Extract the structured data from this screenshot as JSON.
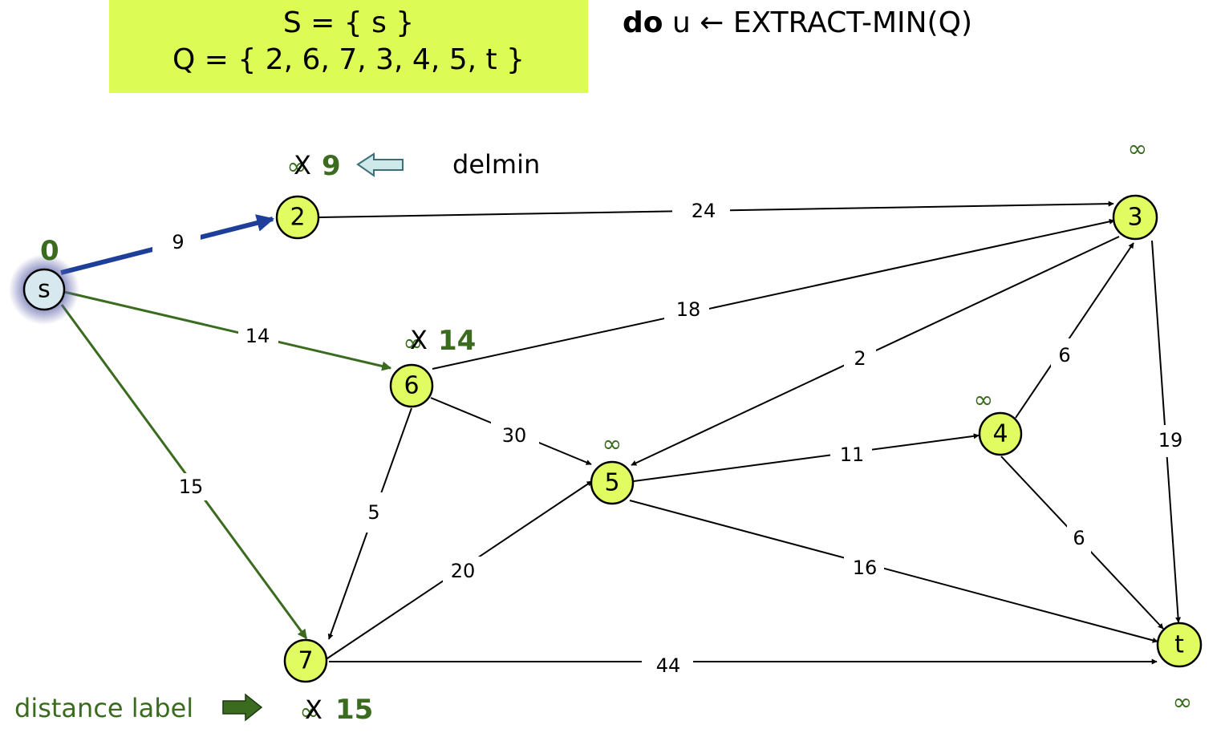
{
  "header": {
    "set_s": "S = { s }",
    "set_q": "Q = { 2, 6, 7, 3, 4, 5, t }",
    "step_keyword": "do",
    "step_rest": " u ← EXTRACT-MIN(Q)"
  },
  "nodes": {
    "s": "s",
    "n2": "2",
    "n3": "3",
    "n4": "4",
    "n5": "5",
    "n6": "6",
    "n7": "7",
    "t": "t"
  },
  "weights": {
    "s_2": "9",
    "s_6": "14",
    "s_7": "15",
    "n2_3": "24",
    "n6_3": "18",
    "n6_5": "30",
    "n6_7": "5",
    "n5_3": "2",
    "n4_3": "6",
    "n5_4": "11",
    "n3_t": "19",
    "n4_t": "6",
    "n5_t": "16",
    "n7_5": "20",
    "n7_t": "44"
  },
  "distances": {
    "s": "0",
    "n2_old": "∞",
    "n2_new": "9",
    "n6_old": "∞",
    "n6_new": "14",
    "n7_old": "∞",
    "n7_new": "15",
    "n3": "∞",
    "n4": "∞",
    "n5": "∞",
    "t": "∞",
    "cross_mark": "X"
  },
  "annotations": {
    "delmin": "delmin",
    "distance_label": "distance label"
  },
  "colors": {
    "node_fill": "#e0fc60",
    "source_fill": "#d7e8ee",
    "highlight_box": "#dcfc55",
    "tree_edge_blue": "#1d3f99",
    "relaxed_edge_green": "#3a6b1f",
    "distance_green": "#3a6b1f"
  }
}
